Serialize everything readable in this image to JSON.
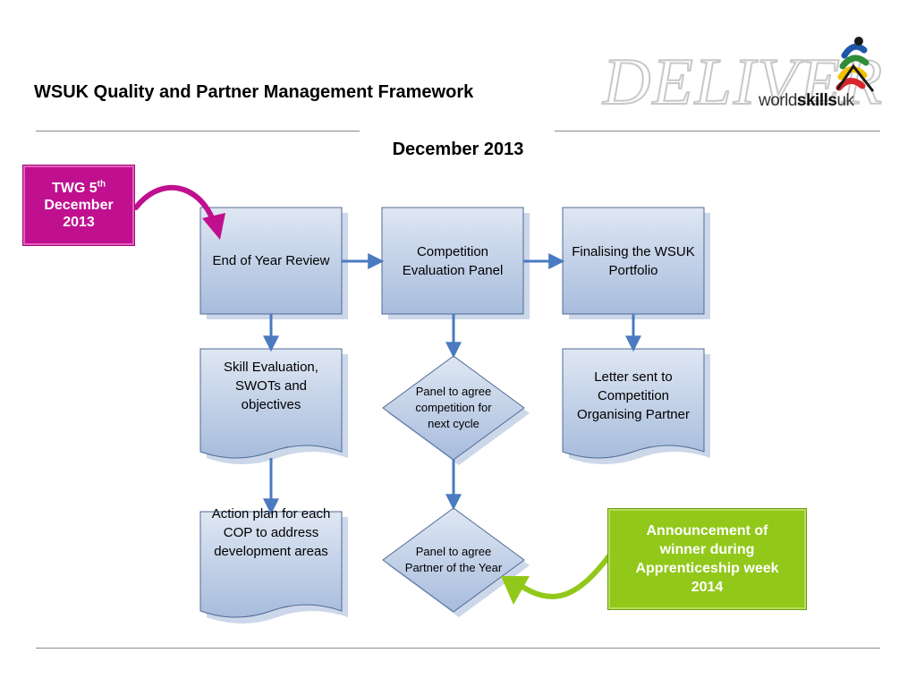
{
  "header": {
    "title": "WSUK Quality and Partner Management Framework",
    "subtitle": "December 2013",
    "logo_text": "DELIVER",
    "wordmark_light": "world",
    "wordmark_bold": "skills",
    "wordmark_tail": "uk"
  },
  "callouts": {
    "twg_line1": "TWG 5",
    "twg_sup": "th",
    "twg_line2": "December",
    "twg_line3": "2013",
    "announcement": "Announcement of winner during Apprenticeship week 2014"
  },
  "flow": {
    "end_of_year_review": "End of Year Review",
    "competition_evaluation_panel": "Competition Evaluation Panel",
    "finalising_portfolio": "Finalising the WSUK Portfolio",
    "skill_evaluation": "Skill Evaluation, SWOTs and objectives",
    "action_plan": "Action plan for each COP to address development areas",
    "panel_agree_competition": "Panel to agree competition for next cycle",
    "panel_agree_partner": "Panel to agree Partner of the Year",
    "letter_sent": "Letter sent to Competition Organising Partner"
  },
  "colors": {
    "box_fill_top": "#dfe7f3",
    "box_fill_bottom": "#a7bcdc",
    "box_border": "#4f6b95",
    "arrow": "#4a7ac0",
    "magenta": "#c0108f",
    "green": "#92c81a"
  }
}
